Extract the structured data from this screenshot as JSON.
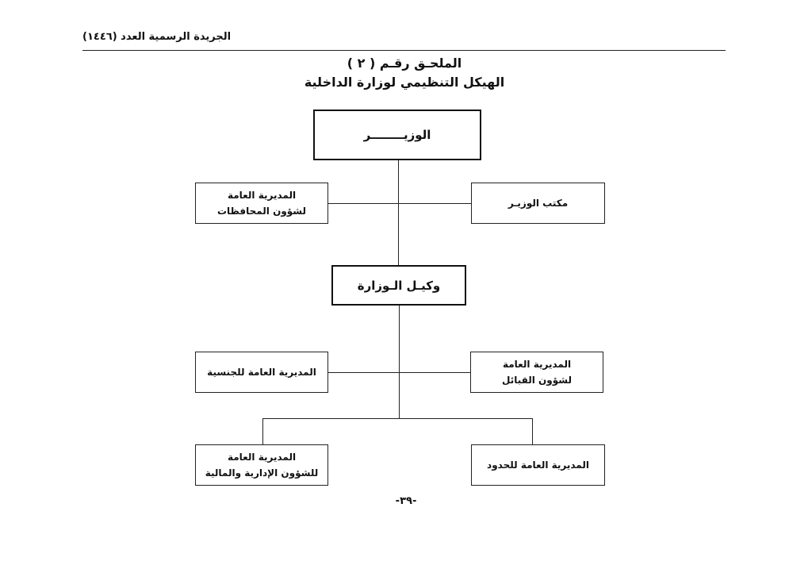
{
  "header": {
    "running_title": "الجريدة الرسمية العدد (١٤٤٦)"
  },
  "title": {
    "line1": "الملحـق رقـم ( ٢ )",
    "line2": "الهيكل التنظيمي لوزارة الداخلية"
  },
  "org_chart": {
    "minister": "الوزيــــــــر",
    "minister_office": "مكتب الوزيـر",
    "dg_governorates": {
      "line1": "المديرية العامة",
      "line2": "لشؤون المحافظات"
    },
    "undersecretary": "وكيـل الـوزارة",
    "dg_tribal": {
      "line1": "المديرية العامة",
      "line2": "لشؤون القبائل"
    },
    "dg_nationality": "المديرية العامة للجنسية",
    "dg_borders": "المديرية العامة للحدود",
    "dg_admin_finance": {
      "line1": "المديرية العامة",
      "line2": "للشؤون الإدارية والمالية"
    }
  },
  "footer": {
    "page_number": "-٣٩-"
  }
}
